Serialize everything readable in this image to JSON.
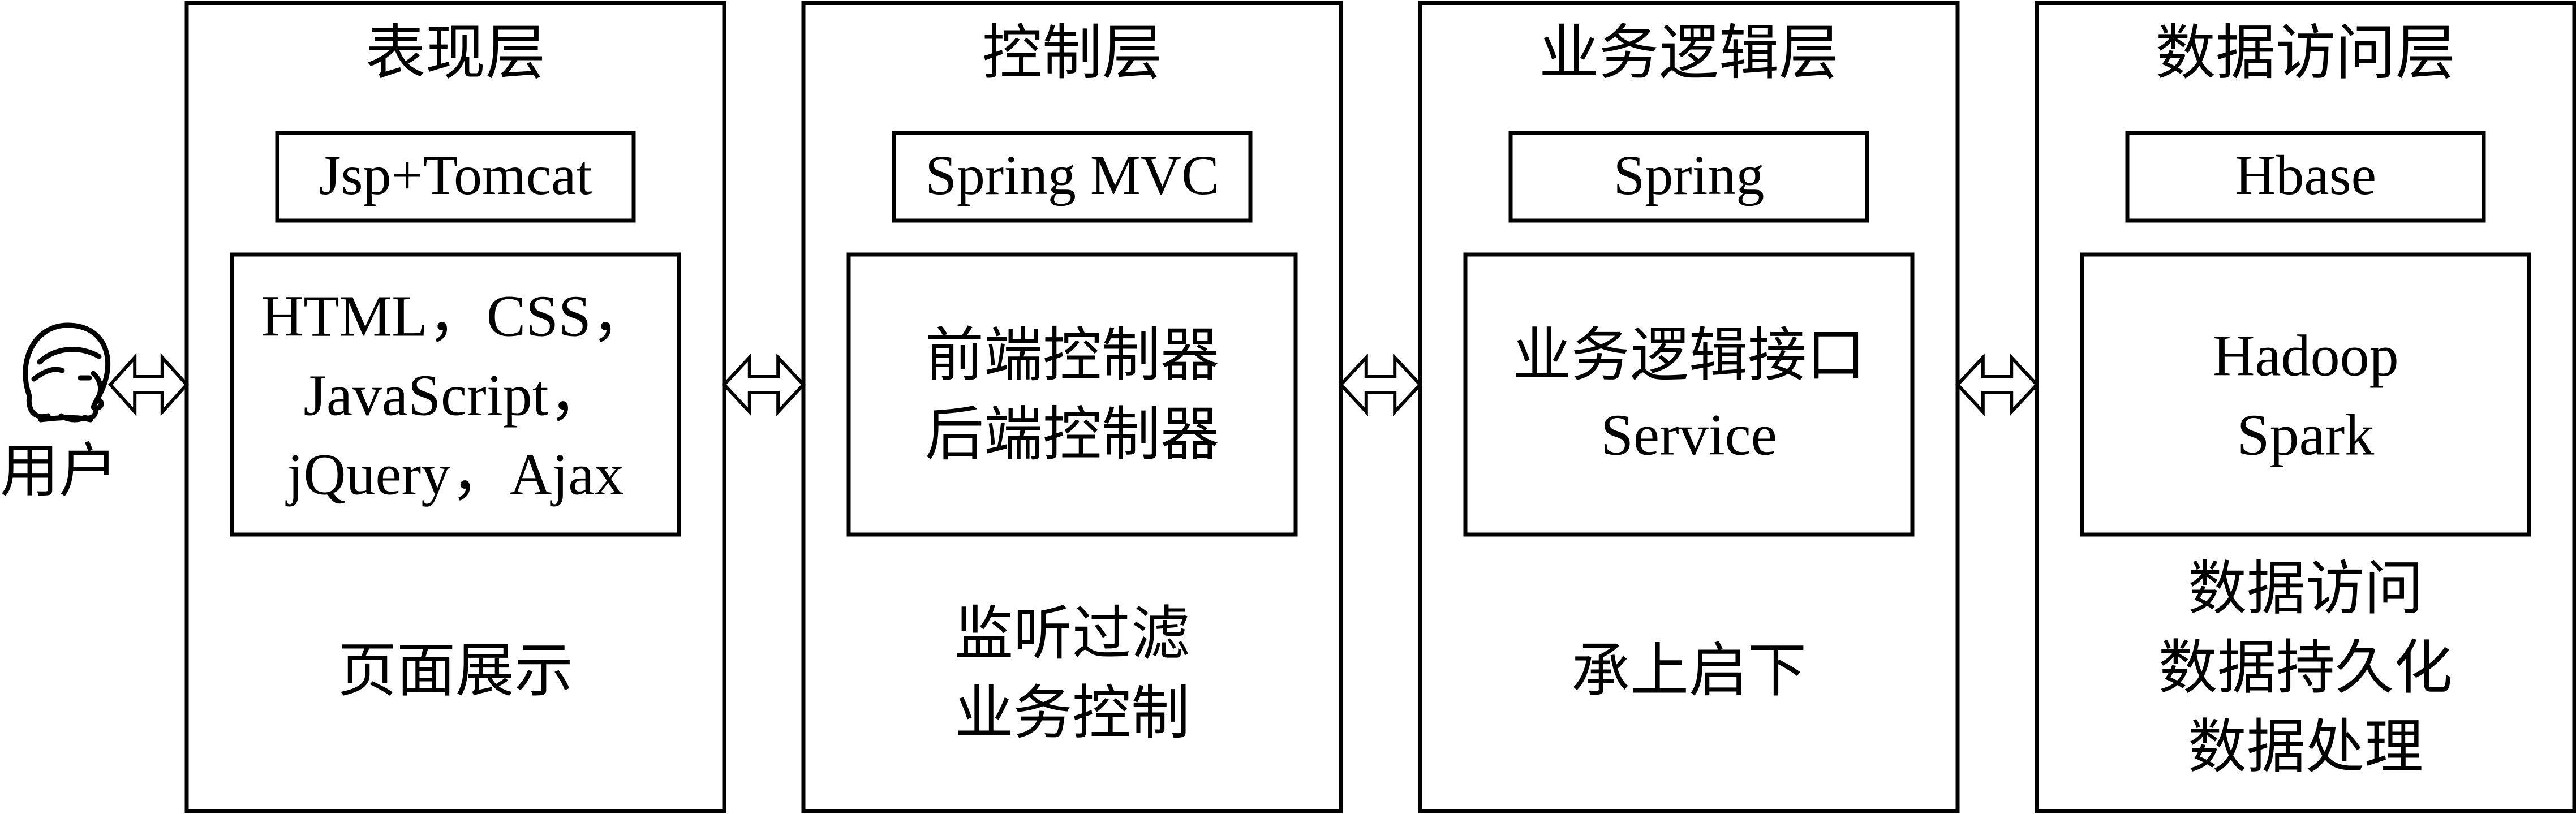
{
  "user": {
    "label": "用户",
    "icon": "user-face-icon"
  },
  "layers": [
    {
      "title": "表现层",
      "tech": "Jsp+Tomcat",
      "components": [
        "HTML，CSS，",
        "JavaScript，",
        "jQuery，Ajax"
      ],
      "notes": [
        "页面展示"
      ]
    },
    {
      "title": "控制层",
      "tech": "Spring MVC",
      "components": [
        "前端控制器",
        "后端控制器"
      ],
      "notes": [
        "监听过滤",
        "业务控制"
      ]
    },
    {
      "title": "业务逻辑层",
      "tech": "Spring",
      "components": [
        "业务逻辑接口",
        "Service"
      ],
      "notes": [
        "承上启下"
      ]
    },
    {
      "title": "数据访问层",
      "tech": "Hbase",
      "components": [
        "Hadoop",
        "Spark"
      ],
      "notes": [
        "数据访问",
        "数据持久化",
        "数据处理"
      ]
    }
  ],
  "connector_icon": "double-arrow-icon"
}
